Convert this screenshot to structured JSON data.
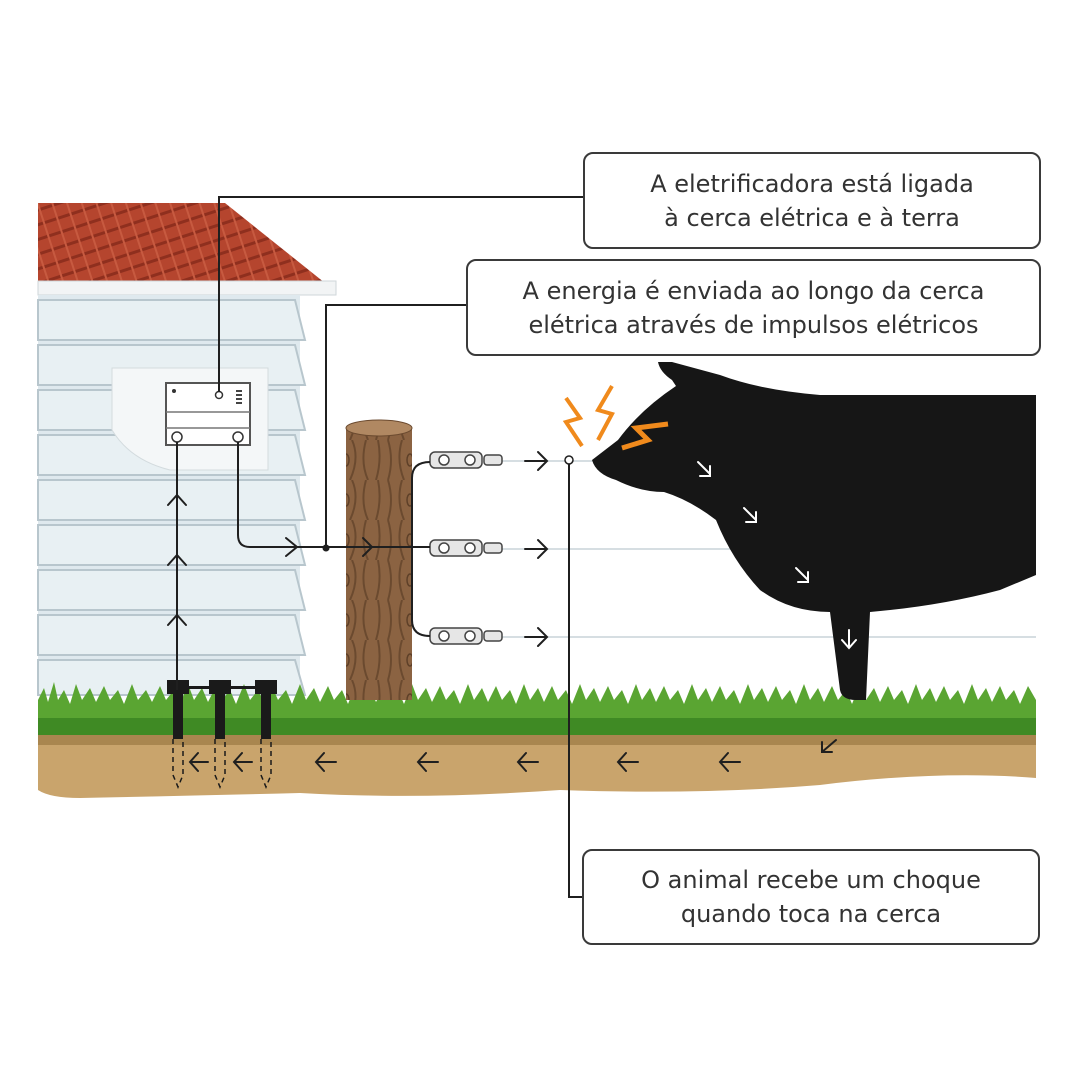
{
  "callouts": {
    "energizer": {
      "line1": "A eletrificadora está ligada",
      "line2": "à cerca elétrica e à terra"
    },
    "pulses": {
      "line1": "A energia é enviada ao longo da cerca",
      "line2": "elétrica através de impulsos elétricos"
    },
    "shock": {
      "line1": "O animal recebe um choque",
      "line2": "quando toca na cerca"
    }
  },
  "colors": {
    "roof": "#b5452e",
    "siding": "#dfe9ee",
    "post": "#8b6342",
    "grass": "#5aa532",
    "soil": "#c9a46c",
    "cow": "#161616",
    "spark": "#f08a1c",
    "wire": "#c9d3d8",
    "line": "#1f1f1f"
  },
  "icons": {
    "energizer": "energizer-box",
    "ground_rods": "ground-rod",
    "current_flow": "arrow",
    "spark": "lightning-bolt"
  }
}
